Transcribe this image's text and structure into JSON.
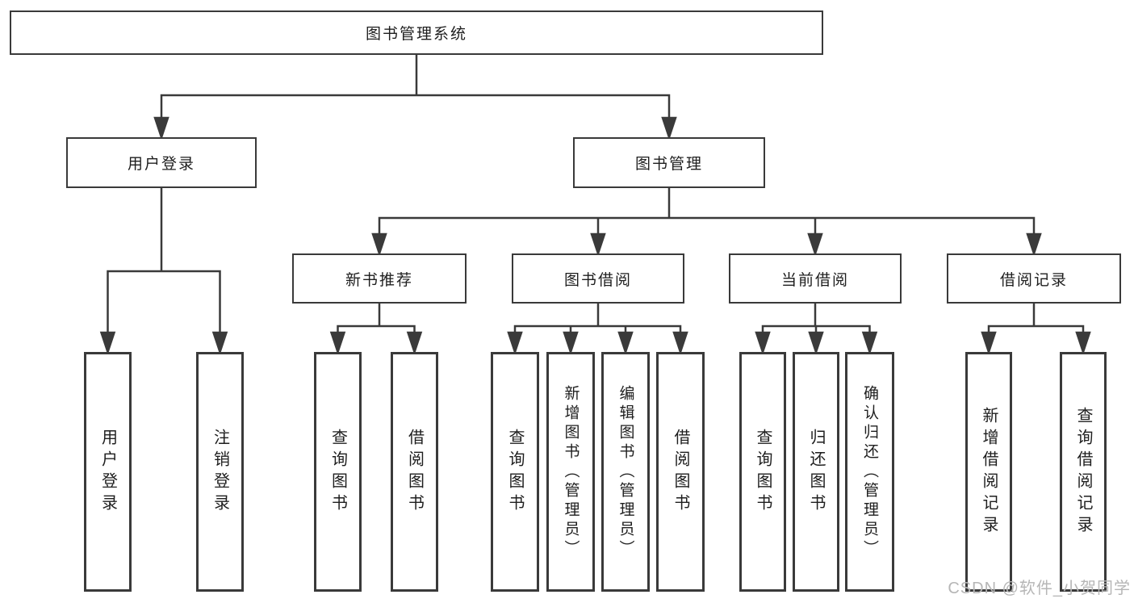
{
  "diagram": {
    "title": "图书管理系统",
    "colors": {
      "line": "#3a3a3a",
      "box_border": "#3a3a3a",
      "box_fill": "#ffffff",
      "text": "#1e1e1e",
      "background": "#ffffff",
      "watermark": "#b6b6b6"
    },
    "nodes": {
      "root": "图书管理系统",
      "user_login": "用户登录",
      "book_mgmt": "图书管理",
      "new_book_rec": "新书推荐",
      "book_borrow": "图书借阅",
      "current_borrow": "当前借阅",
      "borrow_record": "借阅记录",
      "ul_login": "用户登录",
      "ul_logout": "注销登录",
      "nb_query": "查询图书",
      "nb_borrow": "借阅图书",
      "bb_query": "查询图书",
      "bb_add": "新增图书（管理员）",
      "bb_edit": "编辑图书（管理员）",
      "bb_borrow": "借阅图书",
      "cb_query": "查询图书",
      "cb_return": "归还图书",
      "cb_confirm": "确认归还（管理员）",
      "br_add": "新增借阅记录",
      "br_query": "查询借阅记录"
    },
    "hierarchy": {
      "图书管理系统": {
        "用户登录": [
          "用户登录",
          "注销登录"
        ],
        "图书管理": {
          "新书推荐": [
            "查询图书",
            "借阅图书"
          ],
          "图书借阅": [
            "查询图书",
            "新增图书（管理员）",
            "编辑图书（管理员）",
            "借阅图书"
          ],
          "当前借阅": [
            "查询图书",
            "归还图书",
            "确认归还（管理员）"
          ],
          "借阅记录": [
            "新增借阅记录",
            "查询借阅记录"
          ]
        }
      }
    }
  },
  "watermark": "CSDN @软件_小贺同学"
}
